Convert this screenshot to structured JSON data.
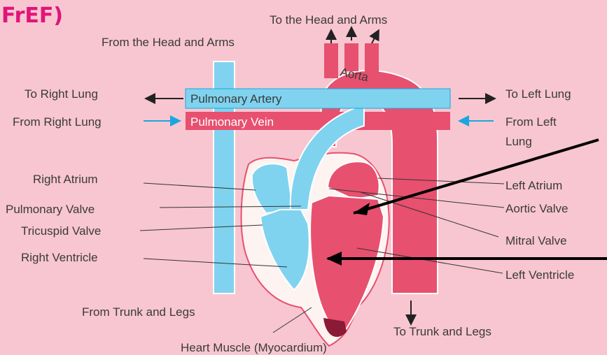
{
  "title": "FrEF)",
  "labels": {
    "to_head_arms": "To the Head and Arms",
    "from_head_arms": "From the Head and Arms",
    "aorta": "Aorta",
    "to_right_lung": "To Right Lung",
    "from_right_lung": "From Right Lung",
    "pulmonary_artery": "Pulmonary Artery",
    "pulmonary_vein": "Pulmonary Vein",
    "to_left_lung": "To Left Lung",
    "from_left_lung_1": "From Left",
    "from_left_lung_2": "Lung",
    "right_atrium": "Right Atrium",
    "pulmonary_valve": "Pulmonary Valve",
    "tricuspid_valve": "Tricuspid Valve",
    "right_ventricle": "Right Ventricle",
    "left_atrium": "Left Atrium",
    "aortic_valve": "Aortic Valve",
    "mitral_valve": "Mitral Valve",
    "left_ventricle": "Left Ventricle",
    "from_trunk_legs": "From Trunk and Legs",
    "to_trunk_legs": "To Trunk and Legs",
    "heart_muscle": "Heart Muscle (Myocardium)"
  },
  "colors": {
    "background": "#f8c6d0",
    "oxygen_poor": "#7fd3ef",
    "oxygen_rich": "#e8506f",
    "title": "#e0157a",
    "arrow_blue": "#1aa6df"
  }
}
